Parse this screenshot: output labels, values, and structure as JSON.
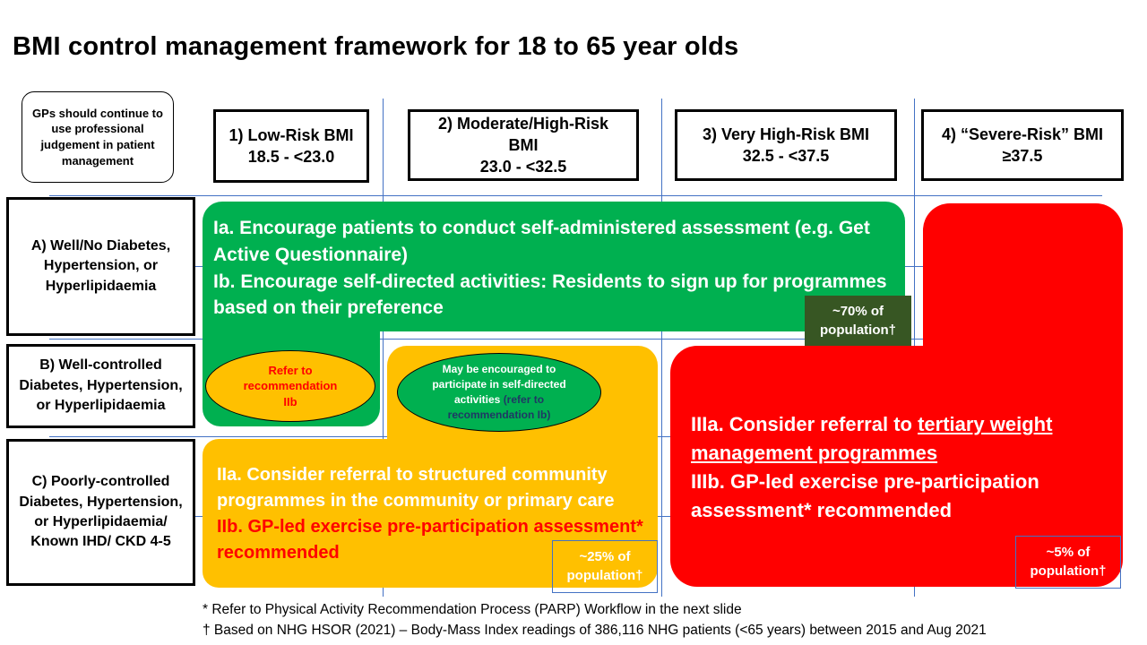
{
  "title": "BMI control management framework for 18 to 65 year olds",
  "note": "GPs should continue to use professional judgement in patient management",
  "bmi_columns": [
    {
      "label": "1) Low-Risk BMI",
      "range": "18.5 - <23.0"
    },
    {
      "label": "2) Moderate/High-Risk BMI",
      "range": "23.0 - <32.5"
    },
    {
      "label": "3) Very High-Risk BMI",
      "range": "32.5 - <37.5"
    },
    {
      "label": "4) “Severe-Risk” BMI",
      "range": "≥37.5"
    }
  ],
  "rows": [
    {
      "label": "A) Well/No Diabetes, Hypertension, or Hyperlipidaemia"
    },
    {
      "label": "B) Well-controlled Diabetes, Hypertension, or Hyperlipidaemia"
    },
    {
      "label": "C) Poorly-controlled Diabetes, Hypertension, or Hyperlipidaemia/ Known IHD/ CKD 4-5"
    }
  ],
  "green_zone": {
    "ia": "Ia. Encourage patients to conduct self-administered assessment (e.g. Get Active Questionnaire)",
    "ib": "Ib. Encourage self-directed activities: Residents to sign up for programmes based on their preference",
    "pct_line1": "~70% of",
    "pct_line2": "population†",
    "ellipse_line1": "Refer  to",
    "ellipse_line2": "recommendation",
    "ellipse_line3": "IIb"
  },
  "yellow_zone": {
    "ellipse_main": "May be encouraged to participate in self-directed activities",
    "ellipse_ref": "(refer to recommendation Ib)",
    "iia": "IIa. Consider referral to structured community programmes in the community or primary care",
    "iib": "IIb. GP-led exercise pre-participation assessment* recommended",
    "pct_line1": "~25% of",
    "pct_line2": "population†"
  },
  "red_zone": {
    "iiia_prefix": "IIIa. Consider referral to ",
    "iiia_link": "tertiary weight management programmes",
    "iiib": "IIIb. GP-led exercise pre-participation assessment* recommended",
    "pct_line1": "~5% of",
    "pct_line2": "population†"
  },
  "footnotes": [
    "* Refer to Physical Activity Recommendation Process (PARP) Workflow in the next slide",
    "† Based on NHG HSOR (2021) – Body-Mass Index readings of 386,116 NHG patients (<65 years) between 2015 and Aug 2021"
  ],
  "colors": {
    "green": "#00b050",
    "yellow": "#ffc000",
    "red": "#ff0000",
    "dark_green": "#375623",
    "grid": "#4472c4"
  }
}
